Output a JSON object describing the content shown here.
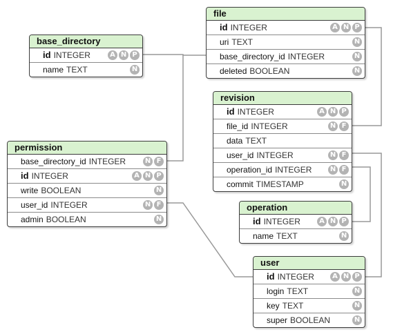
{
  "tables": [
    {
      "name": "file",
      "fields": [
        {
          "name": "id",
          "type": "INTEGER",
          "pk": true,
          "badges": [
            "A",
            "N",
            "P"
          ]
        },
        {
          "name": "uri",
          "type": "TEXT",
          "badges": [
            "N"
          ]
        },
        {
          "name": "base_directory_id",
          "type": "INTEGER",
          "badges": [
            "N"
          ]
        },
        {
          "name": "deleted",
          "type": "BOOLEAN",
          "badges": [
            "N"
          ]
        }
      ]
    },
    {
      "name": "base_directory",
      "fields": [
        {
          "name": "id",
          "type": "INTEGER",
          "pk": true,
          "badges": [
            "A",
            "N",
            "P"
          ]
        },
        {
          "name": "name",
          "type": "TEXT",
          "badges": [
            "N"
          ]
        }
      ]
    },
    {
      "name": "revision",
      "fields": [
        {
          "name": "id",
          "type": "INTEGER",
          "pk": true,
          "badges": [
            "A",
            "N",
            "P"
          ]
        },
        {
          "name": "file_id",
          "type": "INTEGER",
          "badges": [
            "N",
            "F"
          ]
        },
        {
          "name": "data",
          "type": "TEXT",
          "badges": []
        },
        {
          "name": "user_id",
          "type": "INTEGER",
          "badges": [
            "N",
            "F"
          ]
        },
        {
          "name": "operation_id",
          "type": "INTEGER",
          "badges": [
            "N",
            "F"
          ]
        },
        {
          "name": "commit",
          "type": "TIMESTAMP",
          "badges": [
            "N"
          ]
        }
      ]
    },
    {
      "name": "permission",
      "fields": [
        {
          "name": "base_directory_id",
          "type": "INTEGER",
          "badges": [
            "N",
            "F"
          ]
        },
        {
          "name": "id",
          "type": "INTEGER",
          "pk": true,
          "badges": [
            "A",
            "N",
            "P"
          ]
        },
        {
          "name": "write",
          "type": "BOOLEAN",
          "badges": [
            "N"
          ]
        },
        {
          "name": "user_id",
          "type": "INTEGER",
          "badges": [
            "N",
            "F"
          ]
        },
        {
          "name": "admin",
          "type": "BOOLEAN",
          "badges": [
            "N"
          ]
        }
      ]
    },
    {
      "name": "operation",
      "fields": [
        {
          "name": "id",
          "type": "INTEGER",
          "pk": true,
          "badges": [
            "A",
            "N",
            "P"
          ]
        },
        {
          "name": "name",
          "type": "TEXT",
          "badges": [
            "N"
          ]
        }
      ]
    },
    {
      "name": "user",
      "fields": [
        {
          "name": "id",
          "type": "INTEGER",
          "pk": true,
          "badges": [
            "A",
            "N",
            "P"
          ]
        },
        {
          "name": "login",
          "type": "TEXT",
          "badges": [
            "N"
          ]
        },
        {
          "name": "key",
          "type": "TEXT",
          "badges": [
            "N"
          ]
        },
        {
          "name": "super",
          "type": "BOOLEAN",
          "badges": [
            "N"
          ]
        }
      ]
    }
  ],
  "relations": [
    {
      "from_table": "file",
      "from_field": "base_directory_id",
      "to_table": "base_directory",
      "to_field": "id"
    },
    {
      "from_table": "permission",
      "from_field": "base_directory_id",
      "to_table": "base_directory",
      "to_field": "id"
    },
    {
      "from_table": "revision",
      "from_field": "file_id",
      "to_table": "file",
      "to_field": "id"
    },
    {
      "from_table": "revision",
      "from_field": "user_id",
      "to_table": "user",
      "to_field": "id"
    },
    {
      "from_table": "revision",
      "from_field": "operation_id",
      "to_table": "operation",
      "to_field": "id"
    },
    {
      "from_table": "permission",
      "from_field": "user_id",
      "to_table": "user",
      "to_field": "id"
    }
  ],
  "colors": {
    "header": "#d9f2d0",
    "border": "#3a3a3a",
    "badge": "#b3b3b3",
    "link": "#999999"
  }
}
